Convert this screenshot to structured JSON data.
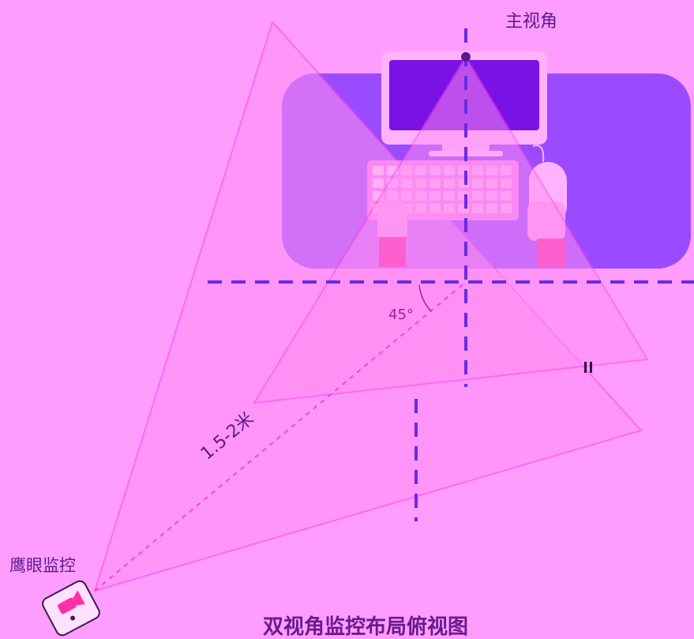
{
  "labels": {
    "main_view": "主视角",
    "eagle_eye": "鹰眼监控",
    "angle": "45°",
    "distance": "1.5-2米",
    "footer_title": "双视角监控布局俯视图"
  },
  "colors": {
    "background": "#ff9dff",
    "desk": "#8a3dff",
    "monitor_frame": "#ffb3ff",
    "monitor_screen": "#7a12e6",
    "keyboard": "#ff8cf2",
    "hand_cuff": "#ff2fa8",
    "dashed_axis": "#6a2be0",
    "cone_stroke": "#ff3ee6",
    "text_dark": "#5a1a8f",
    "text_axis": "#a0248f"
  },
  "icons": {
    "camera": "camera-icon"
  }
}
